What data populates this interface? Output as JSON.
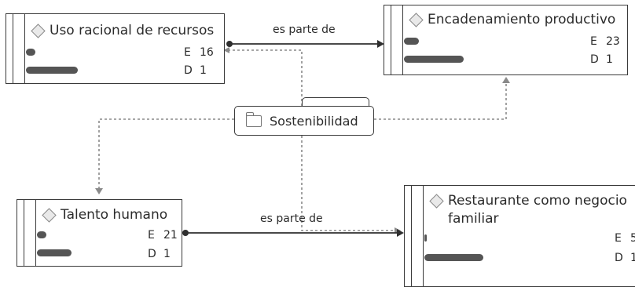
{
  "nodes": {
    "uso": {
      "title": "Uso racional de recursos",
      "e_label": "E",
      "e_value": "16",
      "d_label": "D",
      "d_value": "1"
    },
    "encadenamiento": {
      "title": "Encadenamiento productivo",
      "e_label": "E",
      "e_value": "23",
      "d_label": "D",
      "d_value": "1"
    },
    "talento": {
      "title": "Talento humano",
      "e_label": "E",
      "e_value": "21",
      "d_label": "D",
      "d_value": "1"
    },
    "restaurante": {
      "title_line1": "Restaurante como negocio",
      "title_line2": "familiar",
      "e_label": "E",
      "e_value": "5",
      "d_label": "D",
      "d_value": "1"
    }
  },
  "group": {
    "label": "Sostenibilidad"
  },
  "relations": {
    "top_label": "es parte de",
    "bottom_label": "es parte de"
  },
  "icons": {
    "node_icon": "diamond-icon",
    "group_icon": "folder-icon"
  },
  "colors": {
    "line": "#3a3a3a",
    "dotted": "#8a8a8a",
    "pill": "#555555"
  }
}
